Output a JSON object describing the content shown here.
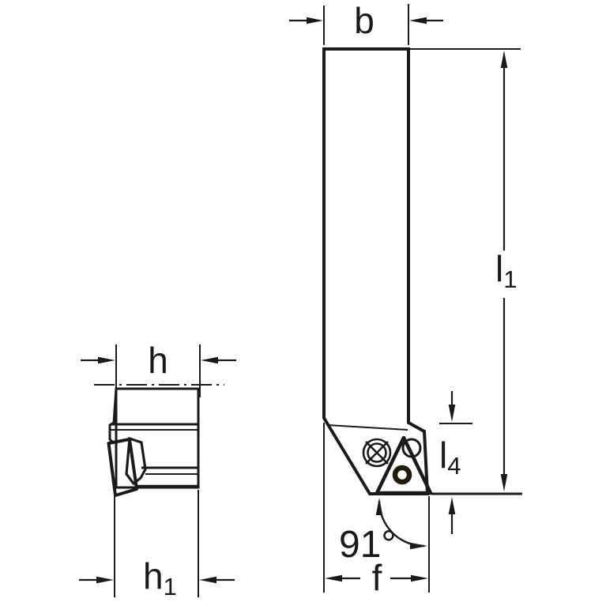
{
  "drawing": {
    "kind": "technical-drawing",
    "subject": "lathe-toolholder-with-triangular-insert-two-views"
  },
  "colors": {
    "background": "#ffffff",
    "steel_gray": "#c9c9c9",
    "insert_yellow": "#f5cf6f",
    "line": "#1a1a1a",
    "insert_hole_ring": "#231a08",
    "insert_hole_center": "#ffffff"
  },
  "labels": {
    "b": {
      "main": "b"
    },
    "l1": {
      "main": "l",
      "sub": "1"
    },
    "l4": {
      "main": "l",
      "sub": "4"
    },
    "f": {
      "main": "f"
    },
    "h": {
      "main": "h"
    },
    "h1": {
      "main": "h",
      "sub": "1"
    },
    "angle": {
      "main": "91°"
    }
  }
}
